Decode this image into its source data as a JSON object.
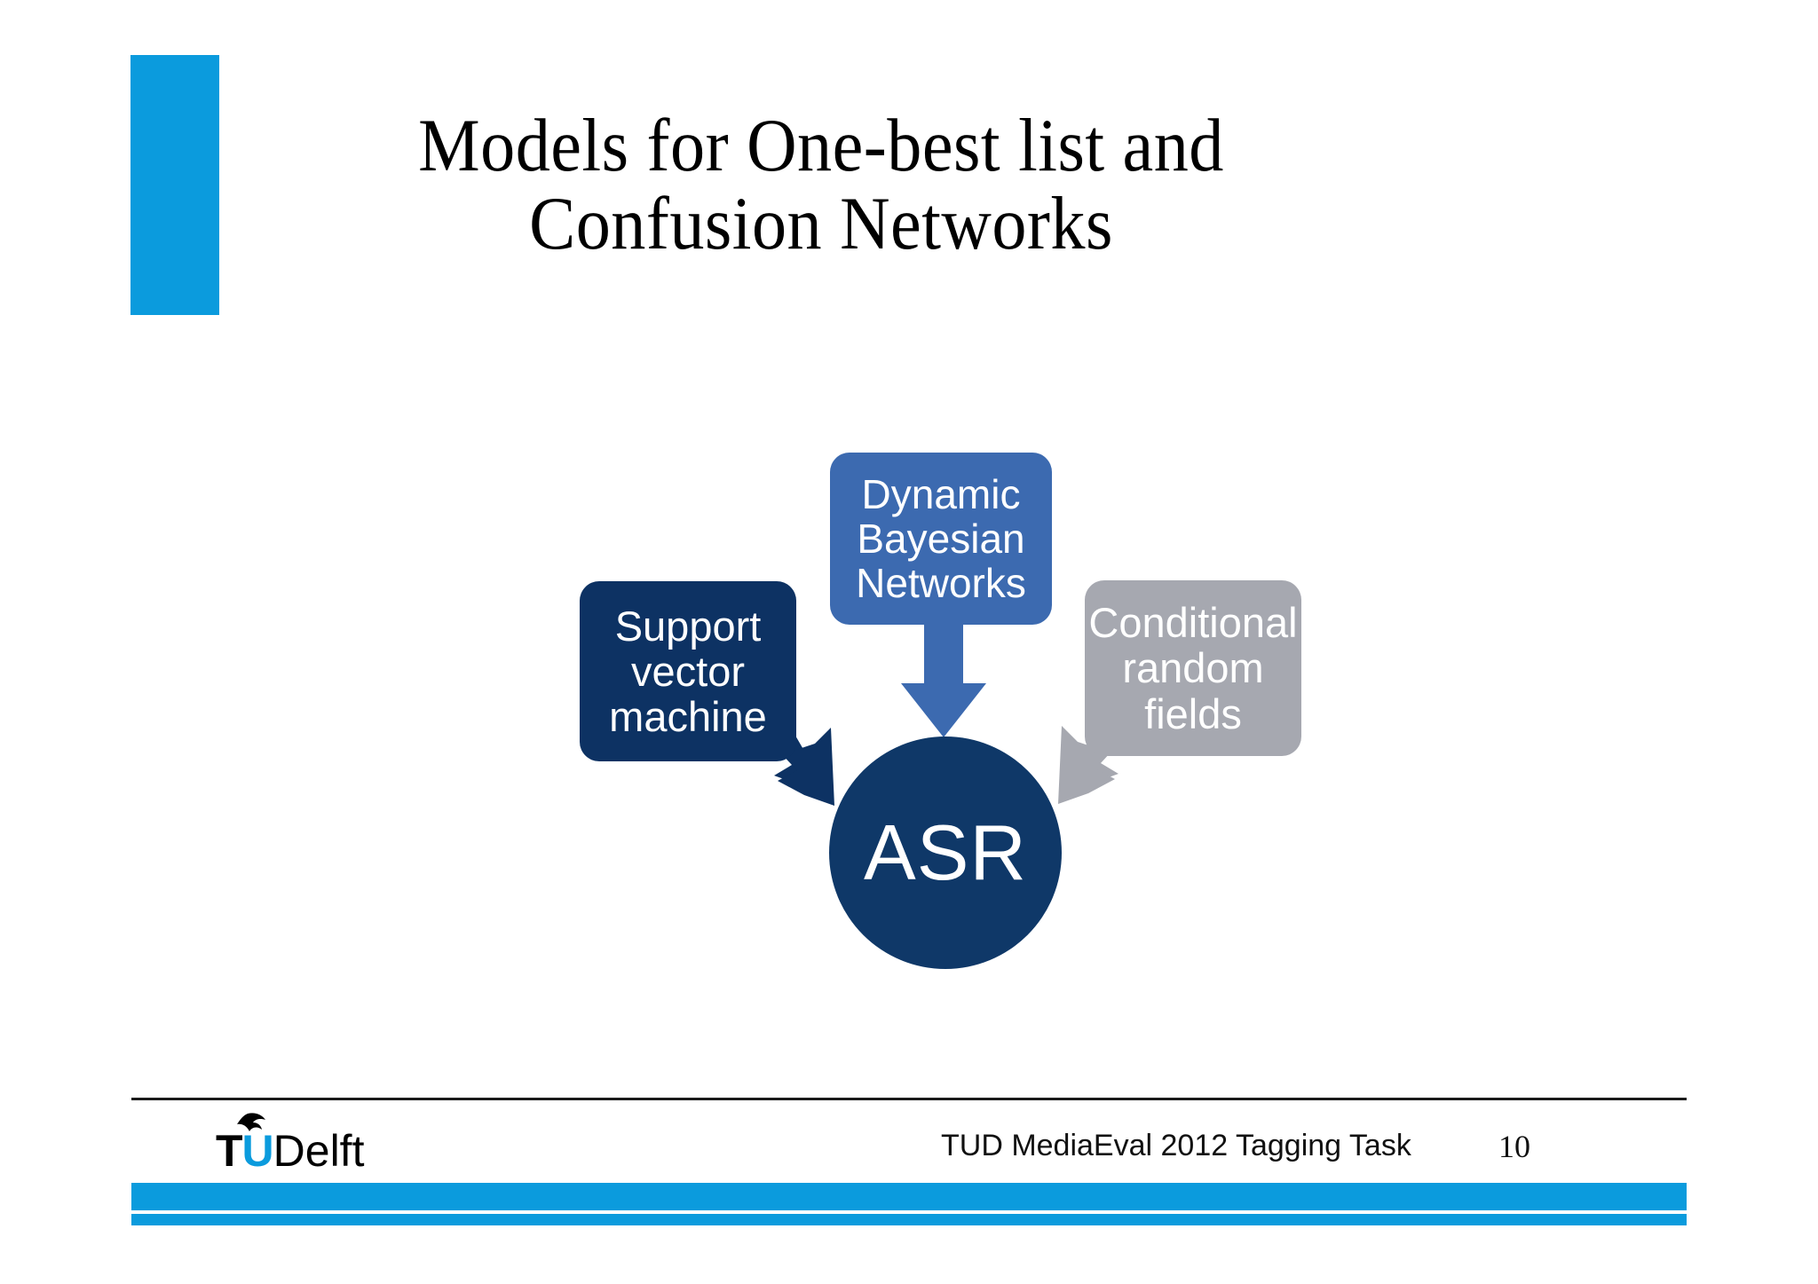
{
  "slide": {
    "title": "Models for One-best list and\nConfusion Networks",
    "accent_color": "#0b9bdd"
  },
  "diagram": {
    "type": "convergence",
    "center_node": {
      "label": "ASR",
      "shape": "circle",
      "color": "#0f3868"
    },
    "nodes": [
      {
        "id": "svm",
        "label": "Support\nvector\nmachine",
        "color": "#0d3263",
        "arrow": "curved-arrow-down-right-icon"
      },
      {
        "id": "dbn",
        "label": "Dynamic\nBayesian\nNetworks",
        "color": "#3c6ab0",
        "arrow": "arrow-down-icon"
      },
      {
        "id": "crf",
        "label": "Conditional\nrandom\nfields",
        "color": "#a6a8b0",
        "arrow": "curved-arrow-down-left-icon"
      }
    ]
  },
  "footer": {
    "text": "TUD MediaEval 2012 Tagging Task",
    "page_number": "10",
    "logo": {
      "t": "T",
      "u": "U",
      "delft": "Delft",
      "flame_icon": "flame-icon"
    },
    "bar_color": "#0b9bdd"
  }
}
